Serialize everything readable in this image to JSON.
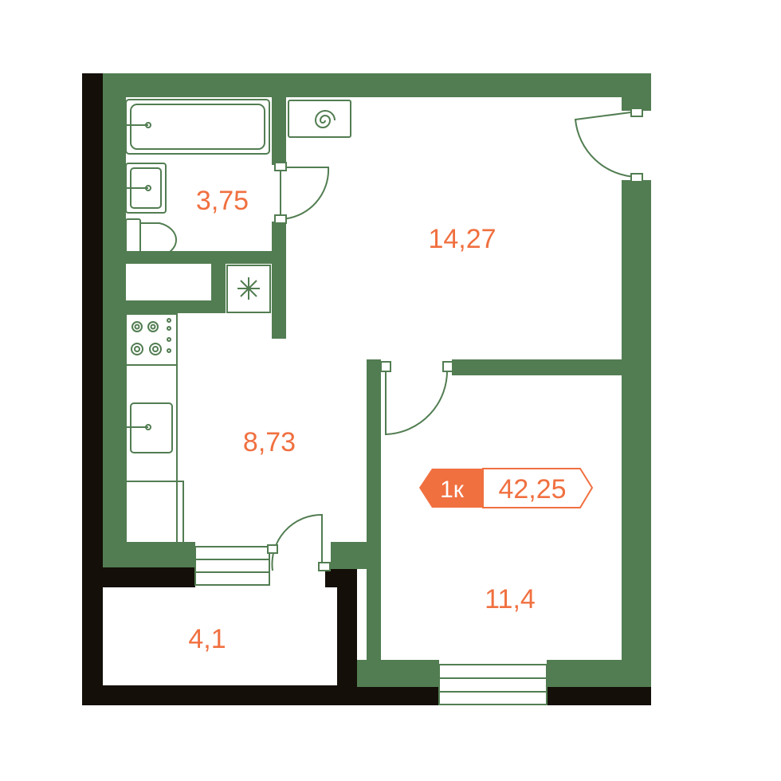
{
  "colors": {
    "interior_wall": "#527d52",
    "exterior_wall": "#140f08",
    "accent": "#f07040",
    "fixture_stroke": "#527d52",
    "background": "#ffffff"
  },
  "badge": {
    "type": "1к",
    "total_area": "42,25"
  },
  "rooms": {
    "bathroom": {
      "area": "3,75"
    },
    "living_room": {
      "area": "14,27"
    },
    "kitchen": {
      "area": "8,73"
    },
    "bedroom": {
      "area": "11,4"
    },
    "balcony": {
      "area": "4,1"
    }
  },
  "icons": [
    "bathtub-icon",
    "sink-icon",
    "toilet-icon",
    "boiler-icon",
    "ventilation-shaft-icon",
    "stove-icon",
    "door-icon",
    "window-icon"
  ]
}
